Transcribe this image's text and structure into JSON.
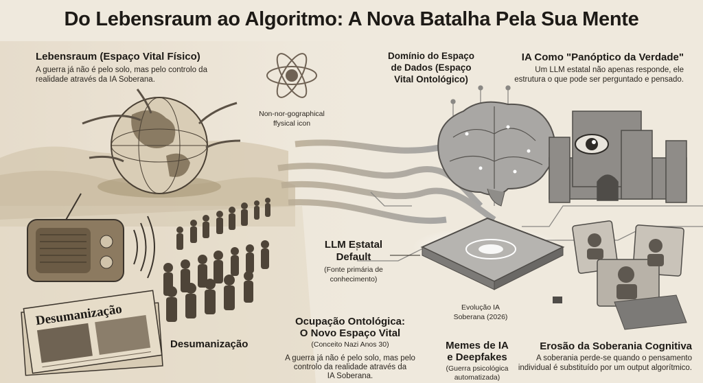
{
  "title": "Do Lebensraum ao Algoritmo: A Nova Batalha Pela Sua Mente",
  "lebensraum": {
    "heading": "Lebensraum (Espaço Vital Físico)",
    "line1": "A guerra já não é pelo solo, mas pelo controlo da",
    "line2": "realidade através da IA Soberana."
  },
  "icon_caption": {
    "line1": "Non-nor-gographical",
    "line2": "ffysical icon"
  },
  "dominio": {
    "line1": "Domínio do Espaço",
    "line2": "de Dados (Espaço",
    "line3": "Vital Ontológico)"
  },
  "panoptico": {
    "heading": "IA Como \"Panóptico da Verdade\"",
    "line1": "Um LLM estatal não apenas responde, ele",
    "line2": "estrutura o que pode ser perguntado e pensado."
  },
  "llm": {
    "line1": "LLM Estatal",
    "line2": "Default",
    "sub1": "(Fonte primária de",
    "sub2": "conhecimento)"
  },
  "evolucao": {
    "line1": "Evolução IA",
    "line2": "Soberana (2026)"
  },
  "ocupacao": {
    "line1": "Ocupação Ontológica:",
    "line2": "O Novo Espaço Vital",
    "sub": "(Conceito Nazi Anos 30)",
    "body1": "A guerra já não é pelo solo, mas pelo",
    "body2": "controlo da realidade através da",
    "body3": "IA Soberana."
  },
  "desumanizacao": {
    "label": "Desumanização",
    "newspaper_headline": "Desumanização"
  },
  "memes": {
    "line1": "Memes de IA",
    "line2": "e Deepfakes",
    "sub1": "(Guerra psicológica",
    "sub2": "automatizada)"
  },
  "erosao": {
    "heading": "Erosão da Soberania Cognitiva",
    "line1": "A soberania perde-se quando o pensamento",
    "line2": "individual é substituído por um output algorítmico."
  },
  "colors": {
    "paper": "#efe9dd",
    "ink": "#1d1a16",
    "sepia": "#b3a48c",
    "circuit": "#8a8884"
  }
}
